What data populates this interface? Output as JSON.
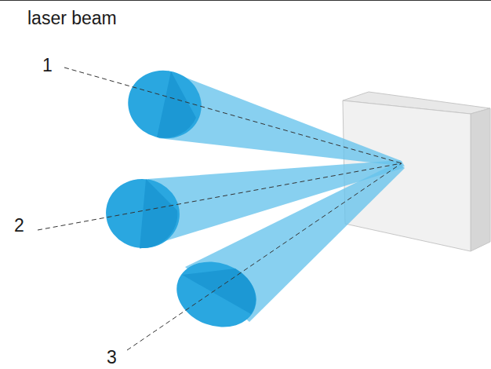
{
  "diagram": {
    "title": "laser beam",
    "labels": [
      "1",
      "2",
      "3"
    ]
  }
}
